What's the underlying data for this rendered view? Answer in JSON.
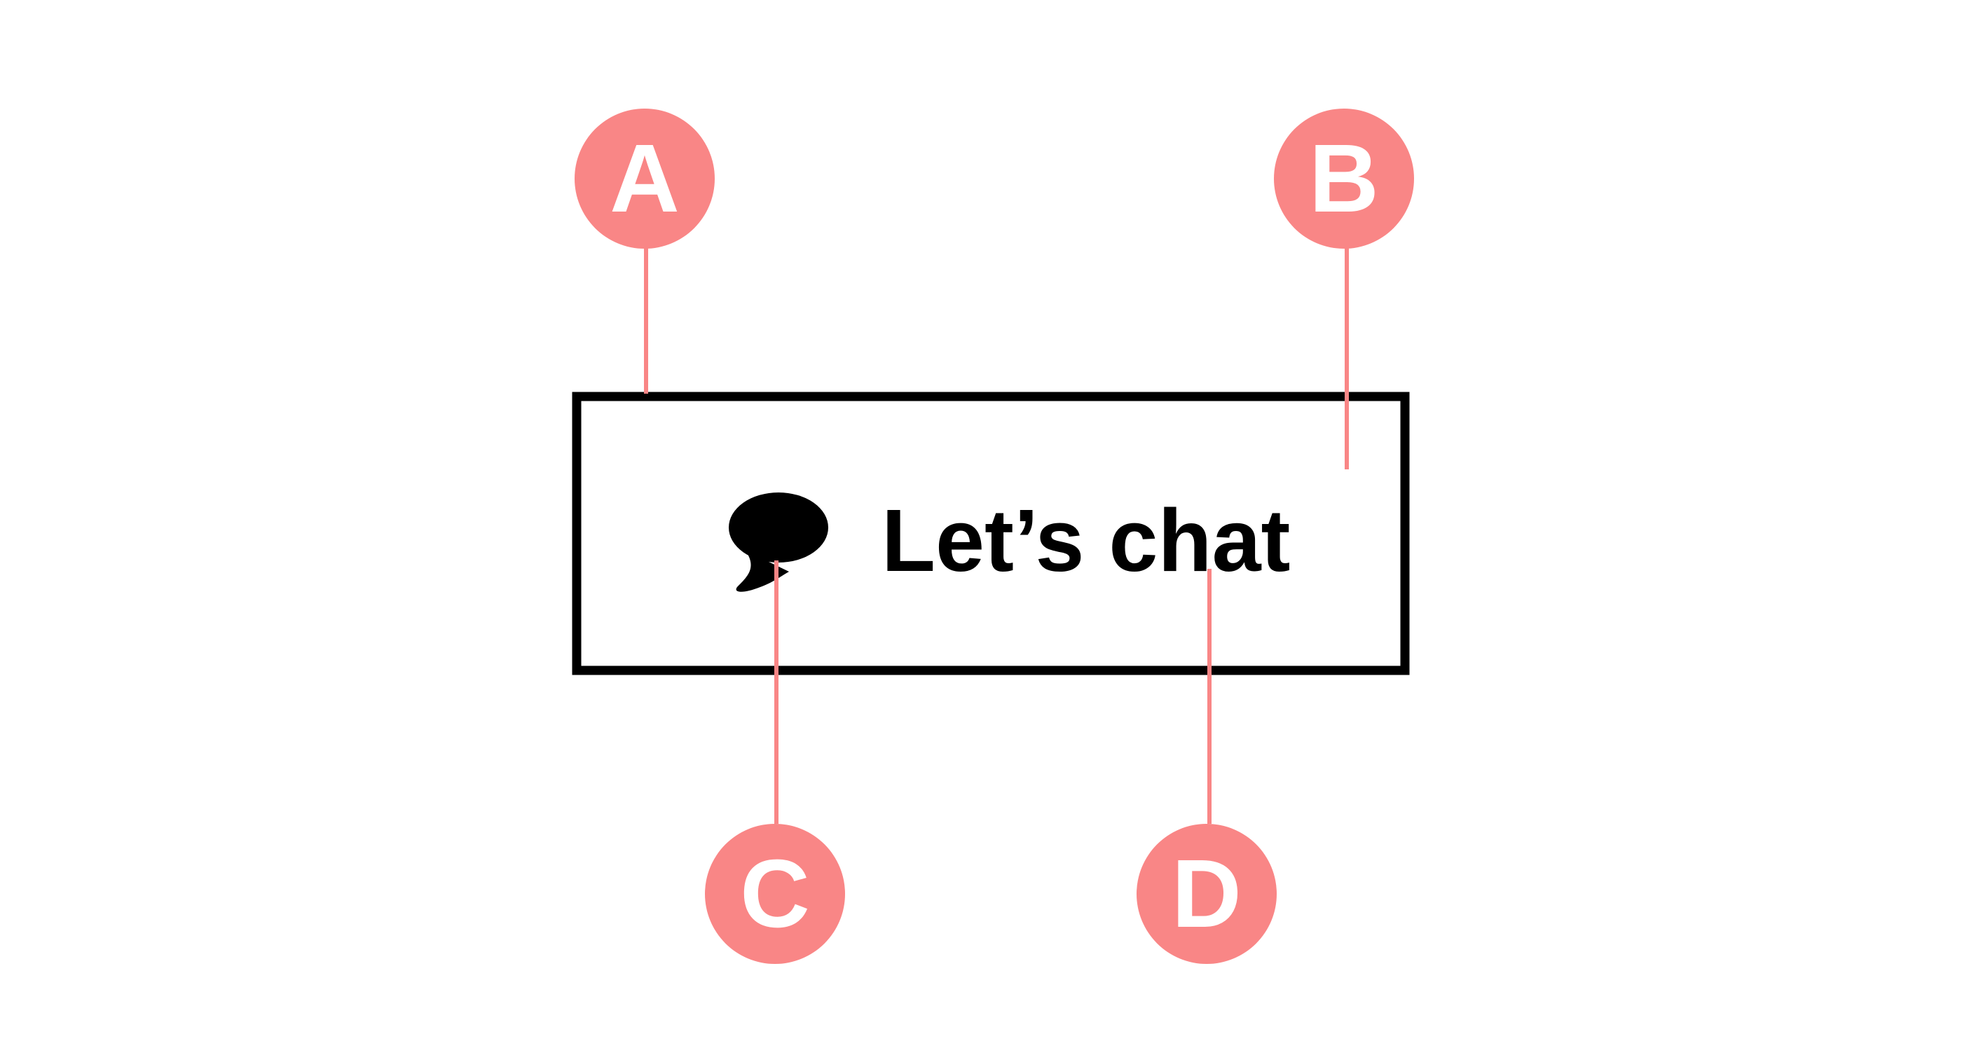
{
  "button": {
    "label": "Let’s chat",
    "icon": "speech-bubble-icon"
  },
  "markers": [
    {
      "id": "A",
      "letter": "A",
      "target": "button-container"
    },
    {
      "id": "B",
      "letter": "B",
      "target": "button-padding"
    },
    {
      "id": "C",
      "letter": "C",
      "target": "chat-icon"
    },
    {
      "id": "D",
      "letter": "D",
      "target": "button-label"
    }
  ],
  "colors": {
    "marker": "#f98686",
    "marker_text": "#ffffff",
    "leader_line": "#f98686",
    "button_border": "#000000",
    "button_background": "#ffffff",
    "label": "#000000",
    "icon": "#000000"
  }
}
